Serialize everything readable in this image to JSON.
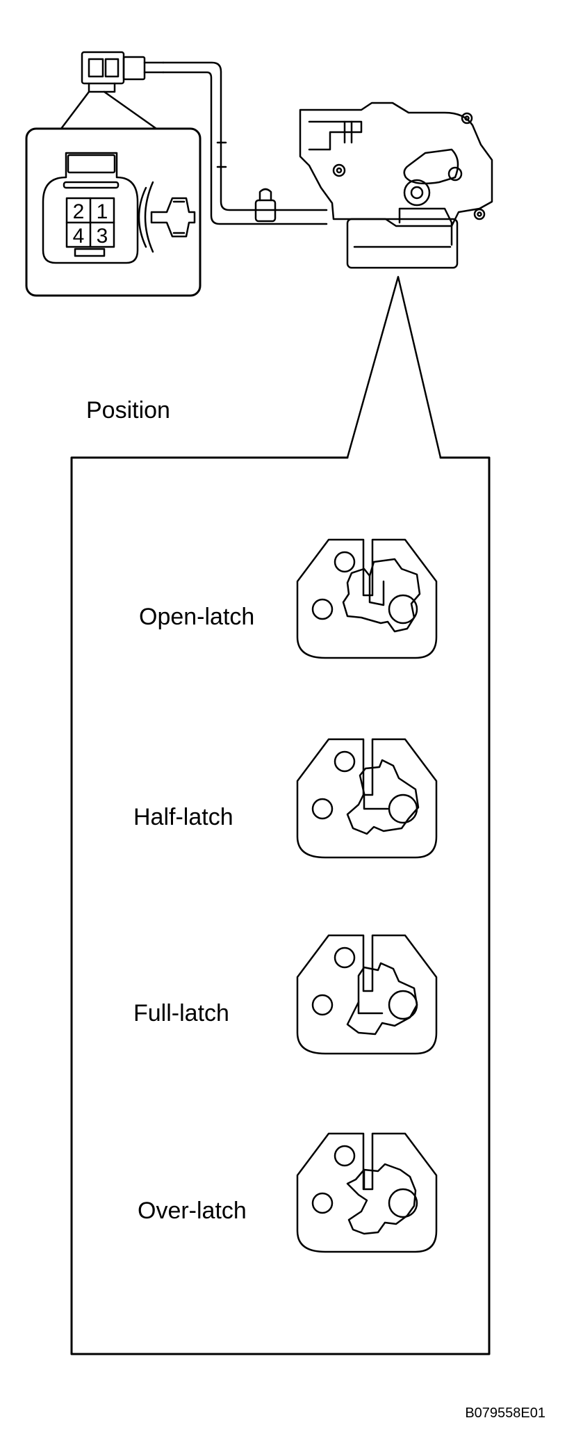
{
  "connector": {
    "pins": [
      "2",
      "1",
      "4",
      "3"
    ]
  },
  "panel": {
    "title": "Position"
  },
  "positions": [
    {
      "label": "Open-latch"
    },
    {
      "label": "Half-latch"
    },
    {
      "label": "Full-latch"
    },
    {
      "label": "Over-latch"
    }
  ],
  "figure_code": "B079558E01",
  "colors": {
    "stroke": "#000000",
    "background": "#ffffff"
  }
}
